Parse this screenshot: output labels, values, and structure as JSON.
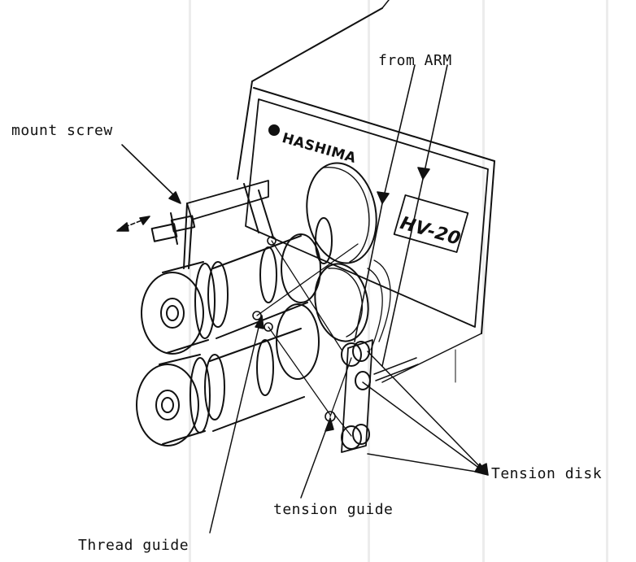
{
  "labels": {
    "from_arm": "from ARM",
    "mount_screw": "mount screw",
    "tension_disk": "Tension disk",
    "tension_guide": "tension guide",
    "thread_guide": "Thread guide"
  },
  "panel": {
    "brand": "HASHIMA",
    "model": "HV-20"
  }
}
